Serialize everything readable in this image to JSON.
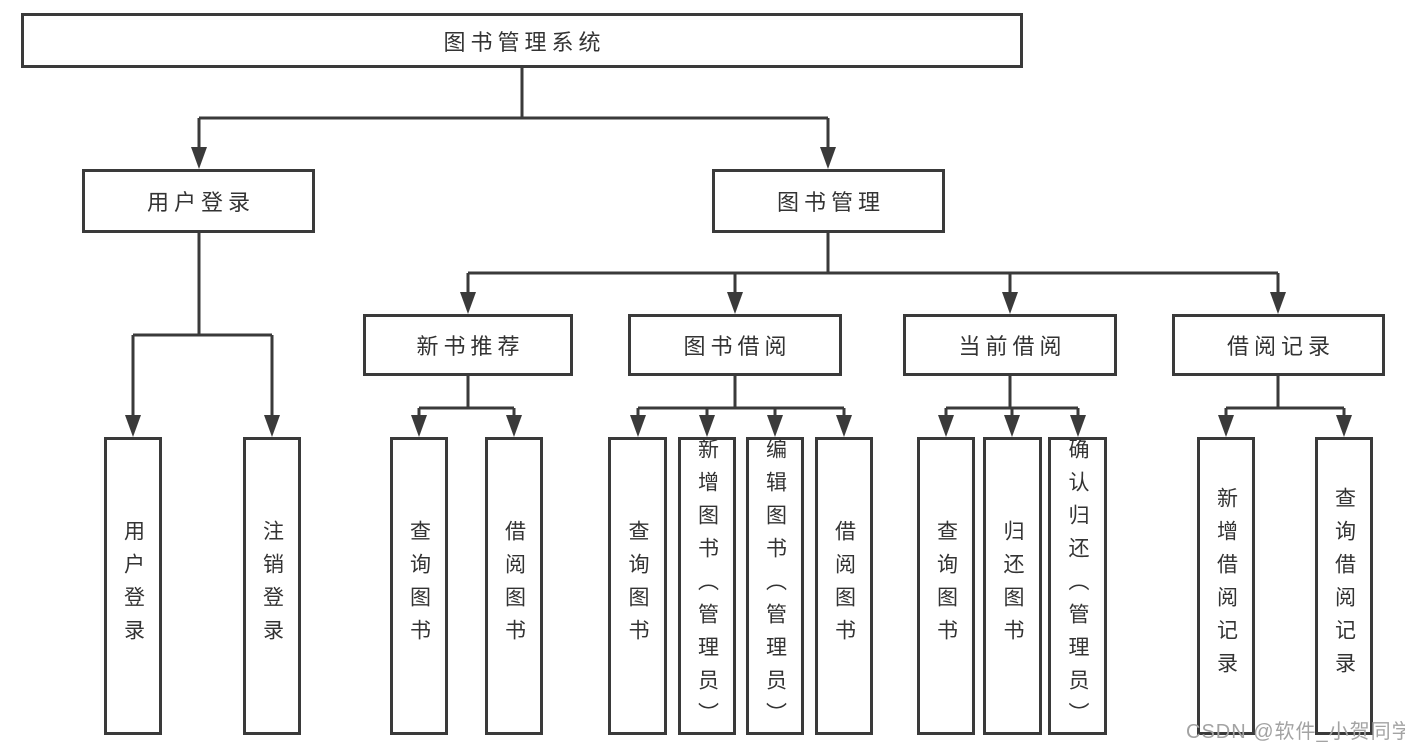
{
  "nodes": {
    "root": {
      "label": "图书管理系统"
    },
    "user_login": {
      "label": "用户登录"
    },
    "book_mgmt": {
      "label": "图书管理"
    },
    "new_book_rec": {
      "label": "新书推荐"
    },
    "book_borrow": {
      "label": "图书借阅"
    },
    "current_borrow": {
      "label": "当前借阅"
    },
    "borrow_record": {
      "label": "借阅记录"
    },
    "leaf_user_login": {
      "label": "用户登录"
    },
    "leaf_logout": {
      "label": "注销登录"
    },
    "leaf_nbr_query": {
      "label": "查询图书"
    },
    "leaf_nbr_borrow": {
      "label": "借阅图书"
    },
    "leaf_bb_query": {
      "label": "查询图书"
    },
    "leaf_bb_add": {
      "label": "新增图书（管理员）"
    },
    "leaf_bb_edit": {
      "label": "编辑图书（管理员）"
    },
    "leaf_bb_borrow": {
      "label": "借阅图书"
    },
    "leaf_cb_query": {
      "label": "查询图书"
    },
    "leaf_cb_return": {
      "label": "归还图书"
    },
    "leaf_cb_confirm": {
      "label": "确认归还（管理员）"
    },
    "leaf_br_add": {
      "label": "新增借阅记录"
    },
    "leaf_br_query": {
      "label": "查询借阅记录"
    }
  },
  "watermark": {
    "text": "CSDN @软件_小贺同学"
  },
  "colors": {
    "line": "#3a3a3a",
    "text": "#333333",
    "watermark": "#a3a3a3",
    "background": "#ffffff"
  }
}
